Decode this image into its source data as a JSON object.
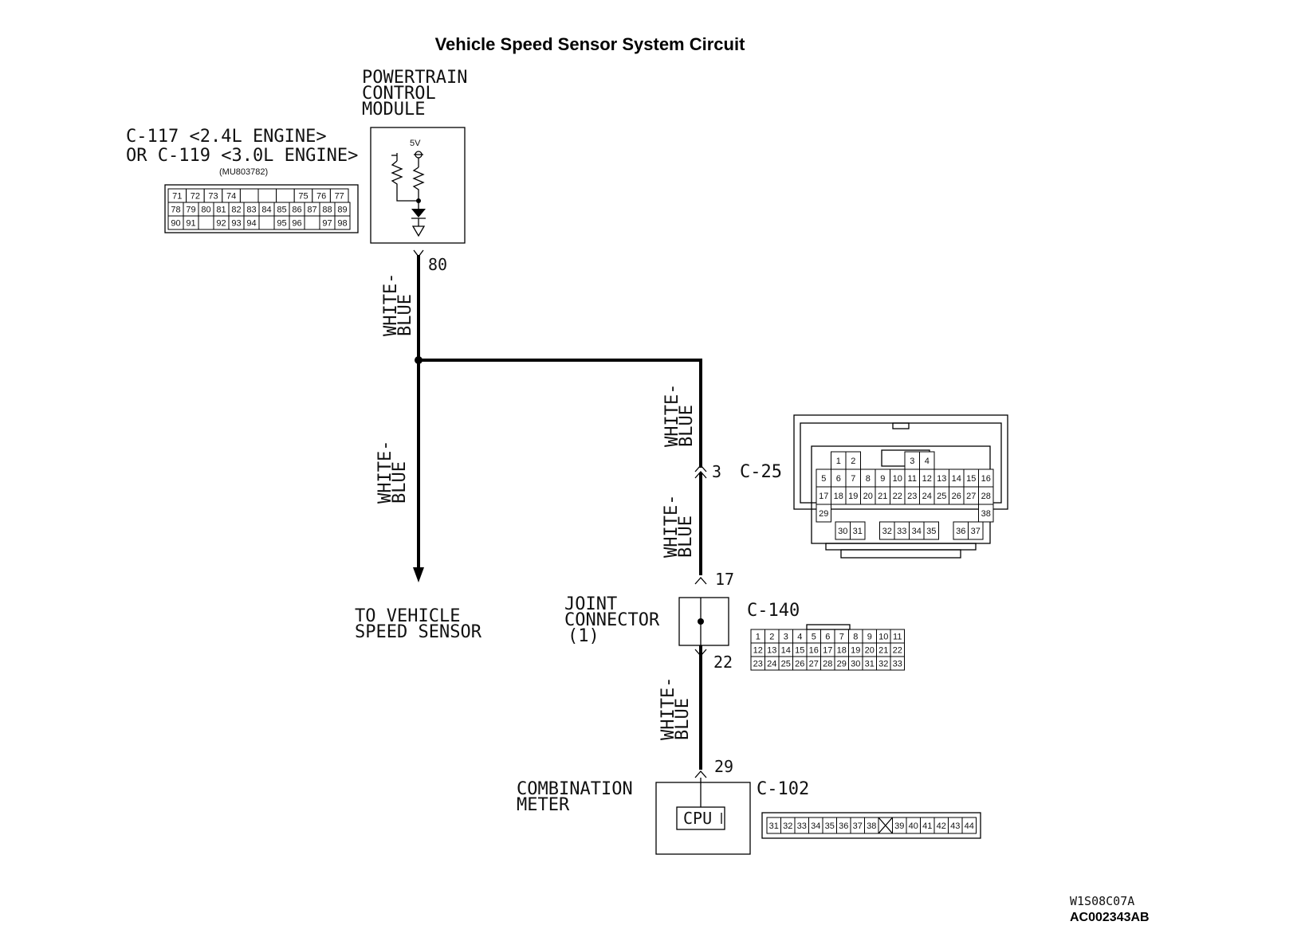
{
  "title": "Vehicle Speed Sensor System Circuit",
  "pcm": {
    "name_lines": [
      "POWERTRAIN",
      "CONTROL",
      "MODULE"
    ],
    "connector_lines": [
      "C-117 <2.4L ENGINE>",
      "OR C-119 <3.0L ENGINE>"
    ],
    "part_number": "(MU803782)",
    "supply_label": "5V",
    "pin": "80",
    "connector_rows": [
      [
        "71",
        "72",
        "73",
        "74",
        "",
        "",
        "",
        "75",
        "76",
        "77"
      ],
      [
        "78",
        "79",
        "80",
        "81",
        "82",
        "83",
        "84",
        "85",
        "86",
        "87",
        "88",
        "89"
      ],
      [
        "90",
        "91",
        "",
        "92",
        "93",
        "94",
        "",
        "95",
        "96",
        "",
        "97",
        "98"
      ]
    ]
  },
  "wires": {
    "pcm_down": [
      "WHITE-",
      "BLUE"
    ],
    "to_vss": [
      "WHITE-",
      "BLUE"
    ],
    "branch_upper": [
      "WHITE-",
      "BLUE"
    ],
    "branch_lower": [
      "WHITE-",
      "BLUE"
    ],
    "meter_feed": [
      "WHITE-",
      "BLUE"
    ]
  },
  "vss": {
    "label_lines": [
      "TO VEHICLE",
      "SPEED SENSOR"
    ]
  },
  "c25": {
    "pin": "3",
    "name": "C-25",
    "rows": [
      [
        "",
        "1",
        "2",
        "",
        "",
        "",
        "3",
        "4"
      ],
      [
        "5",
        "6",
        "7",
        "8",
        "9",
        "10",
        "11",
        "12",
        "13",
        "14",
        "15",
        "16"
      ],
      [
        "17",
        "18",
        "19",
        "20",
        "21",
        "22",
        "23",
        "24",
        "25",
        "26",
        "27",
        "28"
      ],
      [
        "29",
        "",
        "",
        "",
        "",
        "",
        "",
        "",
        "",
        "",
        "",
        "38"
      ],
      [
        "30",
        "31",
        "32",
        "33",
        "34",
        "35",
        "36",
        "37"
      ]
    ]
  },
  "joint": {
    "label_lines": [
      "JOINT",
      "CONNECTOR",
      "(1)"
    ],
    "pin_in": "17",
    "pin_out": "22",
    "name": "C-140",
    "rows": [
      [
        "1",
        "2",
        "3",
        "4",
        "5",
        "6",
        "7",
        "8",
        "9",
        "10",
        "11"
      ],
      [
        "12",
        "13",
        "14",
        "15",
        "16",
        "17",
        "18",
        "19",
        "20",
        "21",
        "22"
      ],
      [
        "23",
        "24",
        "25",
        "26",
        "27",
        "28",
        "29",
        "30",
        "31",
        "32",
        "33"
      ]
    ]
  },
  "meter": {
    "label_lines": [
      "COMBINATION",
      "METER"
    ],
    "cpu": "CPU",
    "pin": "29",
    "name": "C-102",
    "row": [
      "31",
      "32",
      "33",
      "34",
      "35",
      "36",
      "37",
      "38",
      "",
      "39",
      "40",
      "41",
      "42",
      "43",
      "44"
    ]
  },
  "refs": {
    "drawing": "W1S08C07A",
    "figure": "AC002343AB"
  }
}
